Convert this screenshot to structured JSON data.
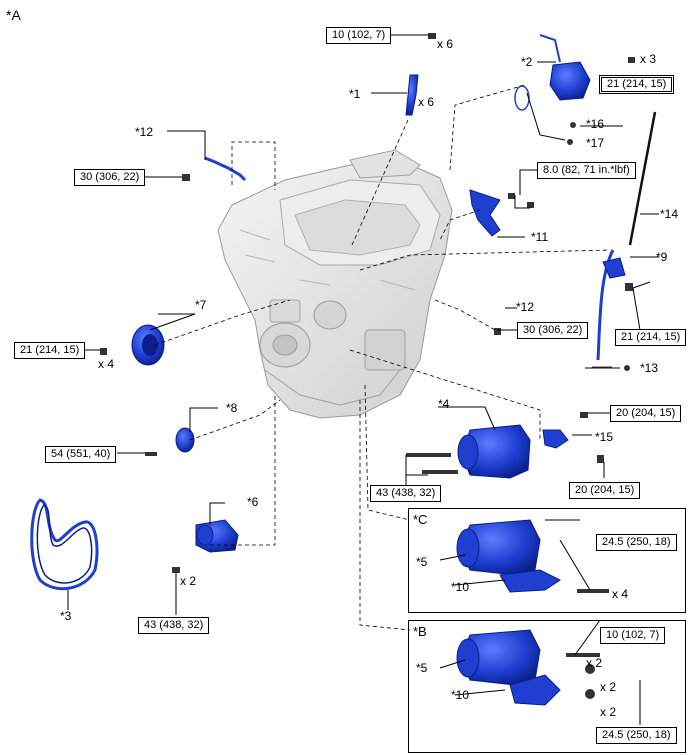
{
  "view_label": "*A",
  "callouts": {
    "c1": "*1",
    "c2": "*2",
    "c3": "*3",
    "c4": "*4",
    "c5a": "*5",
    "c5b": "*5",
    "c6": "*6",
    "c7": "*7",
    "c8": "*8",
    "c9": "*9",
    "c10a": "*10",
    "c10b": "*10",
    "c11": "*11",
    "c12a": "*12",
    "c12b": "*12",
    "c13": "*13",
    "c14": "*14",
    "c15": "*15",
    "c16": "*16",
    "c17": "*17"
  },
  "insets": {
    "c_label": "*C",
    "b_label": "*B"
  },
  "torques": {
    "t_10_top": "10 (102, 7)",
    "t_21_oil": "21 (214, 15)",
    "t_30_left": "30 (306, 22)",
    "t_8": "8.0 (82, 71 in.*lbf)",
    "t_30_right": "30 (306, 22)",
    "t_21_gauge": "21 (214, 15)",
    "t_21_pulley": "21 (214, 15)",
    "t_54": "54 (551, 40)",
    "t_20_a": "20 (204, 15)",
    "t_20_b": "20 (204, 15)",
    "t_43_comp": "43 (438, 32)",
    "t_43_tens": "43 (438, 32)",
    "t_245_c": "24.5 (250, 18)",
    "t_10_b": "10 (102, 7)",
    "t_245_b": "24.5 (250, 18)"
  },
  "quantities": {
    "q_top6": "x 6",
    "q_coil6": "x 6",
    "q_pump3": "x 3",
    "q_pulley4": "x 4",
    "q_tens2": "x 2",
    "q_c4": "x 4",
    "q_b2a": "x 2",
    "q_b2b": "x 2",
    "q_b2c": "x 2"
  },
  "colors": {
    "part_blue": "#1f3fd1",
    "part_dark": "#0a1f8c",
    "engine_gray": "#e6e6e6",
    "line": "#000000"
  }
}
